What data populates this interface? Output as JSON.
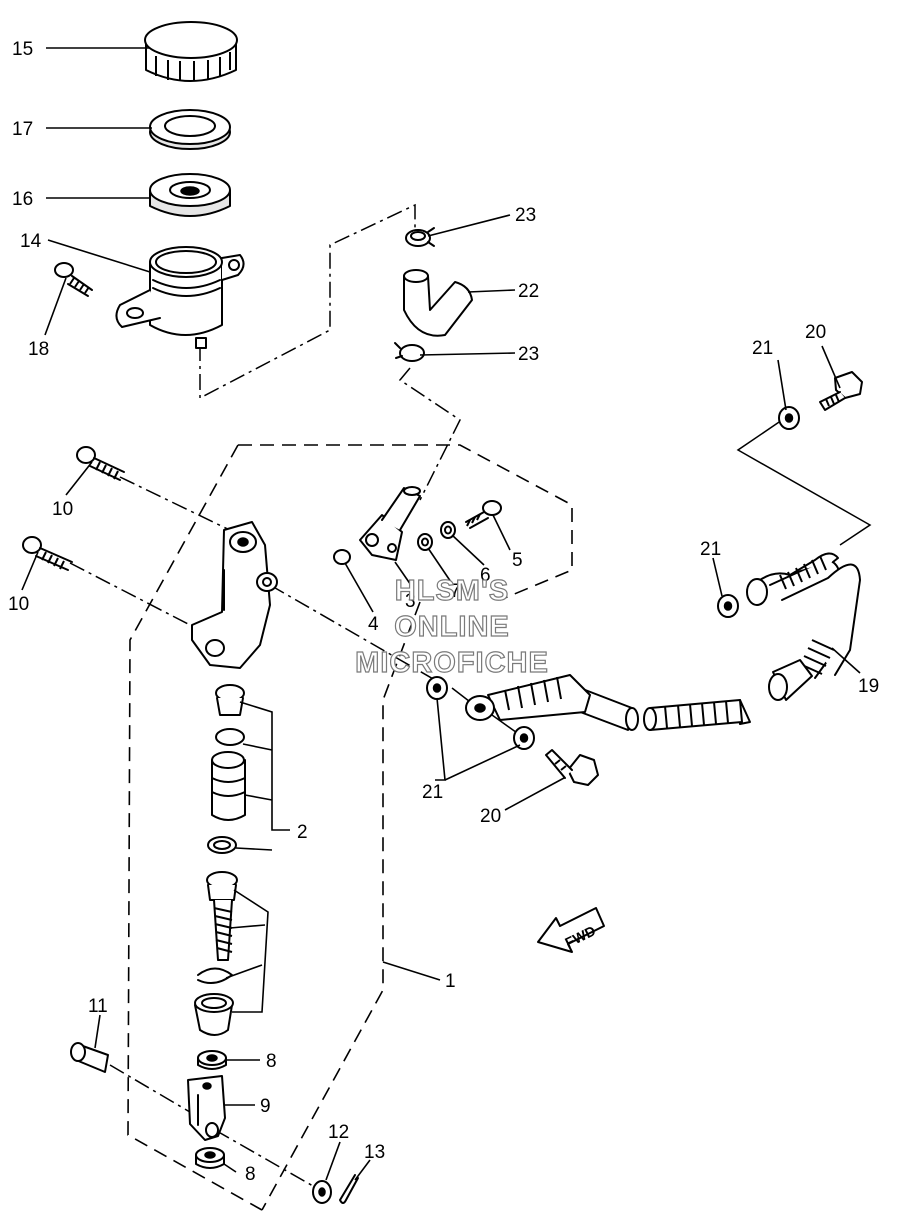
{
  "diagram": {
    "callouts": {
      "c1": "1",
      "c2": "2",
      "c3": "3",
      "c4": "4",
      "c5": "5",
      "c6": "6",
      "c7": "7",
      "c8a": "8",
      "c8b": "8",
      "c9": "9",
      "c10a": "10",
      "c10b": "10",
      "c11": "11",
      "c12": "12",
      "c13": "13",
      "c14": "14",
      "c15": "15",
      "c16": "16",
      "c17": "17",
      "c18": "18",
      "c19": "19",
      "c20a": "20",
      "c20b": "20",
      "c21a": "21",
      "c21b": "21",
      "c21c": "21",
      "c22": "22",
      "c23a": "23",
      "c23b": "23"
    },
    "watermark": [
      "HLSM'S",
      "ONLINE",
      "MICROFICHE"
    ],
    "fwd_label": "FWD"
  }
}
